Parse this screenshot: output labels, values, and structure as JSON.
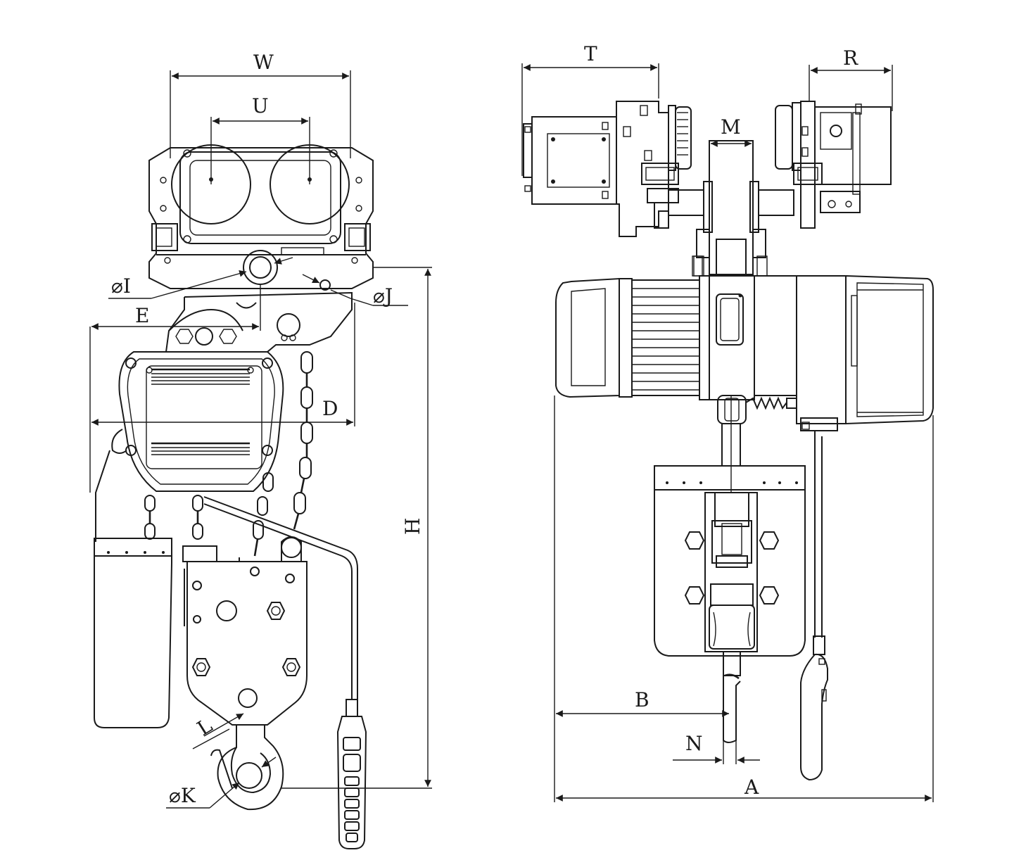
{
  "colors": {
    "line": "#1a1a1a",
    "background": "#ffffff"
  },
  "labels": {
    "W": "W",
    "U": "U",
    "I": "⌀I",
    "J": "⌀J",
    "E": "E",
    "D": "D",
    "H": "H",
    "L": "L",
    "K": "⌀K",
    "T": "T",
    "R": "R",
    "M": "M",
    "B": "B",
    "N": "N",
    "A": "A"
  }
}
